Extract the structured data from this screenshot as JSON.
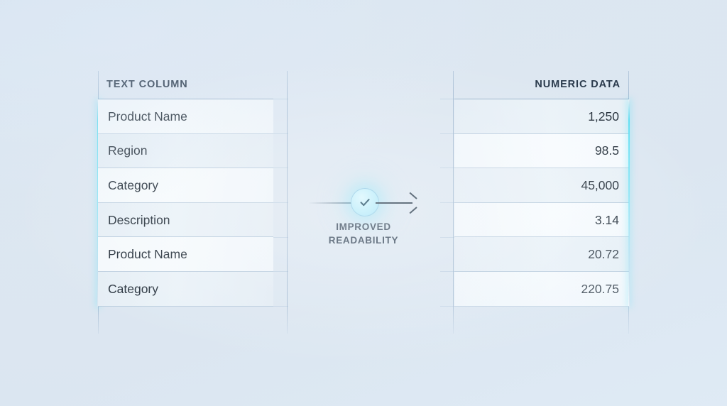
{
  "theme": {
    "background": "#dde7f1",
    "accent_cyan": "#5adef2",
    "text_dark": "#27323d",
    "header_text": "#2a3a4c",
    "arrow_dark": "#2e4152"
  },
  "left_table": {
    "header": "TEXT COLUMN",
    "align": "left",
    "rows": [
      "Product Name",
      "Region",
      "Category",
      "Description",
      "Product Name",
      "Category"
    ]
  },
  "right_table": {
    "header": "NUMERIC DATA",
    "align": "right",
    "rows": [
      "1,250",
      "98.5",
      "45,000",
      "3.14",
      "20.72",
      "220.75"
    ]
  },
  "center": {
    "icon": "check-circle-icon",
    "label_line1": "IMPROVED",
    "label_line2": "READABILITY"
  }
}
